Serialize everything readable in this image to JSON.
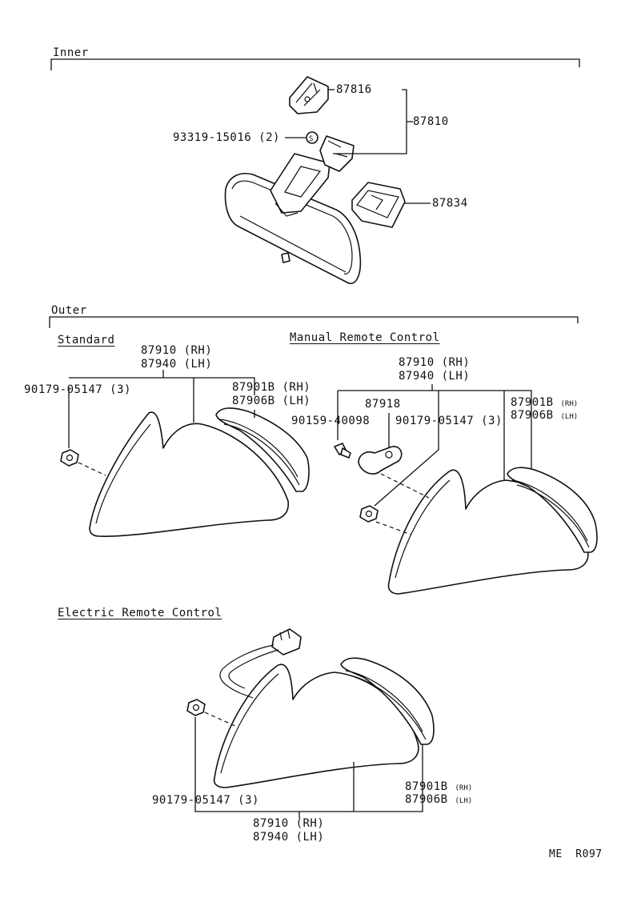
{
  "sections": {
    "inner": "Inner",
    "outer": "Outer",
    "standard": "Standard",
    "manual": "Manual Remote Control",
    "electric": "Electric Remote Control"
  },
  "inner": {
    "bracket": "87816",
    "assembly": "87810",
    "screw": "93319-15016 (2)",
    "cover": "87834"
  },
  "standard": {
    "mirror_rh": "87910 (RH)",
    "mirror_lh": "87940 (LH)",
    "nut": "90179-05147 (3)",
    "glass_rh": "87901B (RH)",
    "glass_lh": "87906B (LH)"
  },
  "manual": {
    "mirror_rh": "87910 (RH)",
    "mirror_lh": "87940 (LH)",
    "knob": "87918",
    "screw": "90159-40098",
    "nut": "90179-05147 (3)",
    "glass_rh_num": "87901B",
    "glass_rh_side": "(RH)",
    "glass_lh_num": "87906B",
    "glass_lh_side": "(LH)"
  },
  "electric": {
    "nut": "90179-05147 (3)",
    "glass_rh_num": "87901B",
    "glass_rh_side": "(RH)",
    "glass_lh_num": "87906B",
    "glass_lh_side": "(LH)",
    "mirror_rh": "87910 (RH)",
    "mirror_lh": "87940 (LH)"
  },
  "footer": {
    "code": "ME  R097"
  }
}
